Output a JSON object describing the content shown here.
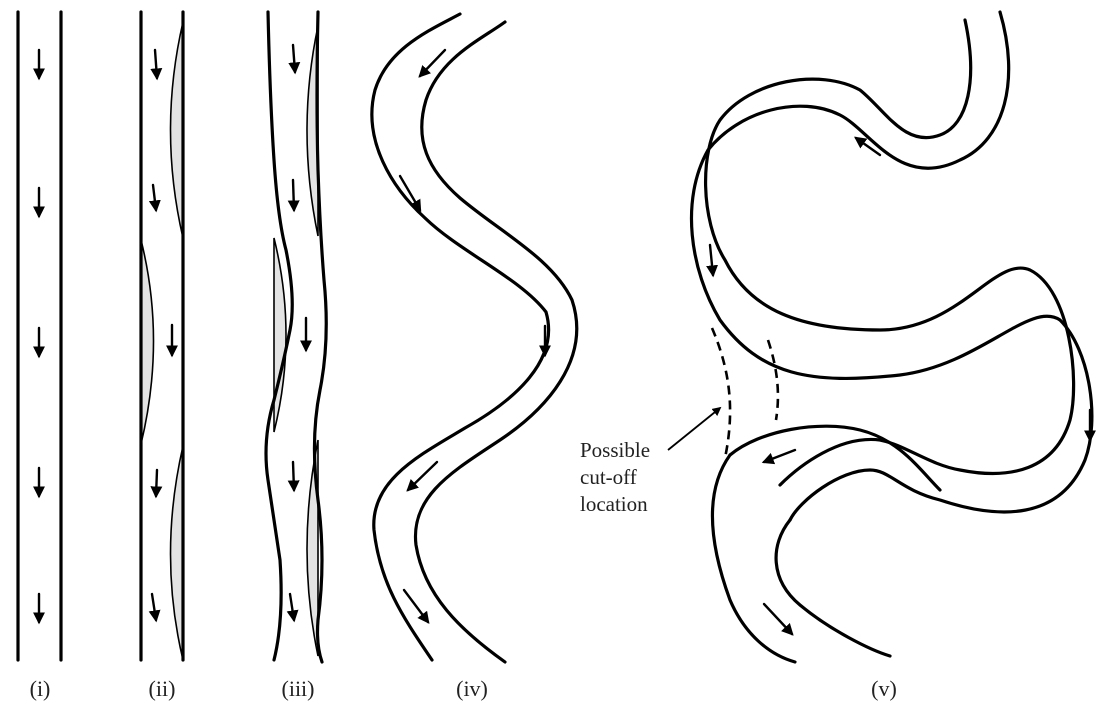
{
  "stages": [
    {
      "id": "i",
      "label": "(i)"
    },
    {
      "id": "ii",
      "label": "(ii)"
    },
    {
      "id": "iii",
      "label": "(iii)"
    },
    {
      "id": "iv",
      "label": "(iv)"
    },
    {
      "id": "v",
      "label": "(v)"
    }
  ],
  "annotation": {
    "lines": [
      "Possible",
      "cut-off",
      "location"
    ]
  },
  "colors": {
    "line": "#000000",
    "point_bar_fill": "#e3e3e3",
    "background": "#ffffff"
  }
}
